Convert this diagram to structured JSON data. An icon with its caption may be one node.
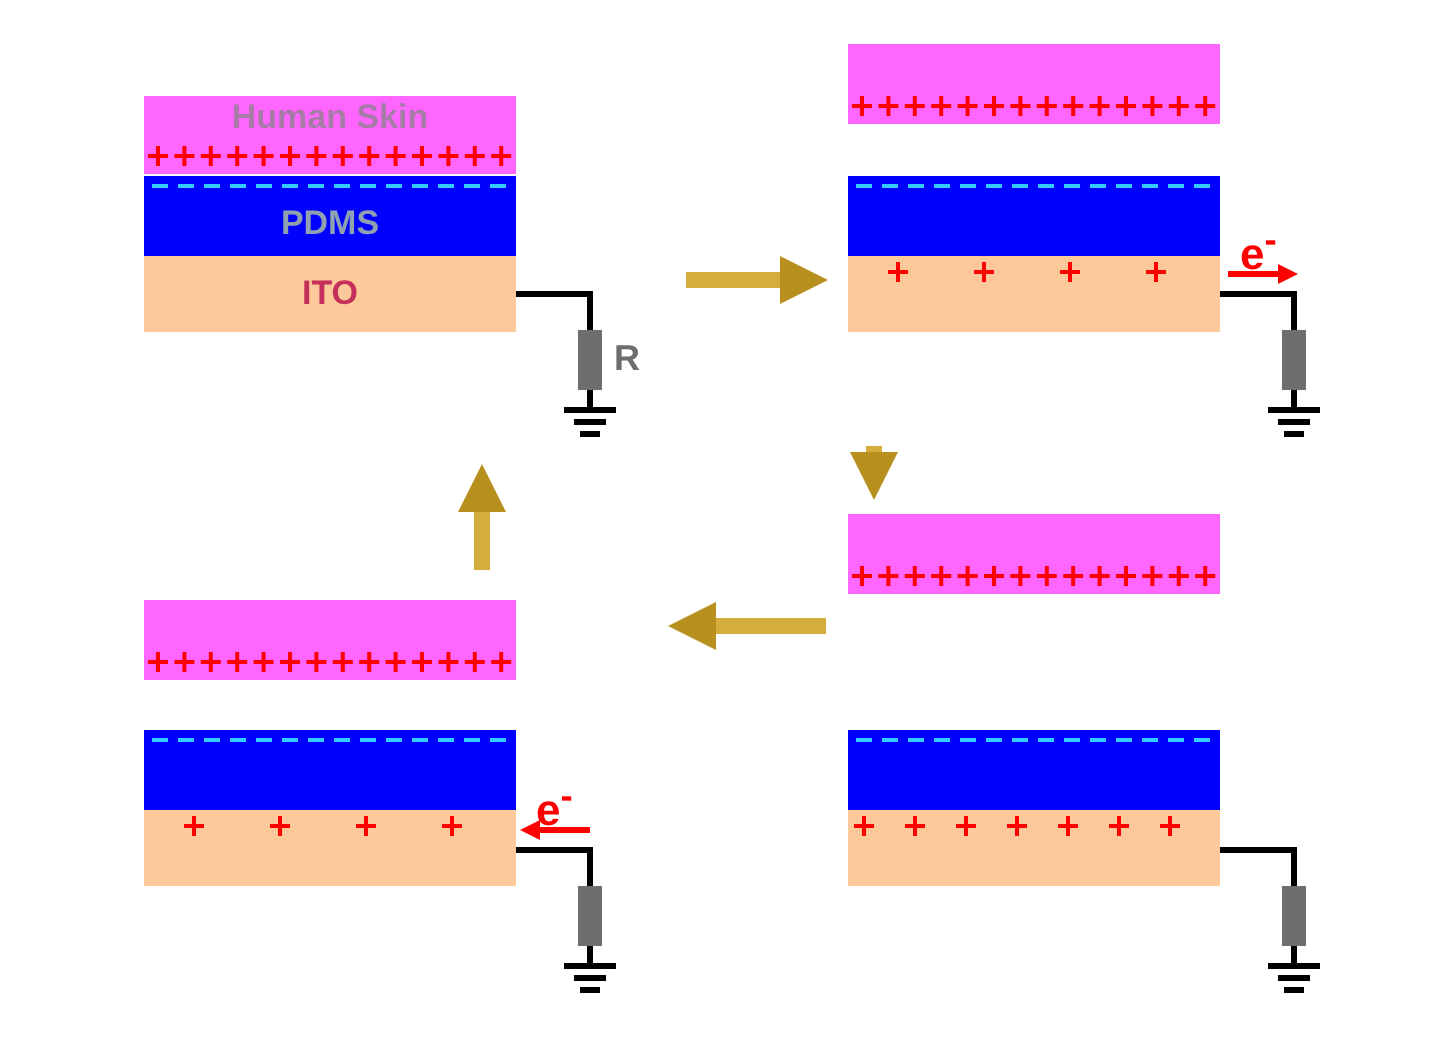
{
  "diagram": {
    "nodes": [
      {
        "text": [],
        "shape": "box"
      },
      {
        "text": [
          "Human Skin"
        ],
        "in": 0
      },
      {
        "text": [
          "PDMS"
        ],
        "in": 0
      },
      {
        "text": [
          "ITO"
        ],
        "in": 0
      },
      {
        "text": [],
        "shape": "box"
      },
      {
        "text": [],
        "shape": "box",
        "in": 4
      },
      {
        "text": [],
        "shape": "box",
        "in": 4
      },
      {
        "text": [],
        "shape": "box",
        "in": 4
      },
      {
        "text": [],
        "shape": "box"
      },
      {
        "text": [],
        "shape": "box",
        "in": 8
      },
      {
        "text": [],
        "shape": "box",
        "in": 8
      },
      {
        "text": [],
        "shape": "box",
        "in": 8
      },
      {
        "text": [],
        "shape": "box"
      },
      {
        "text": [],
        "shape": "box",
        "in": 12
      },
      {
        "text": [],
        "shape": "box",
        "in": 12
      },
      {
        "text": [],
        "shape": "box",
        "in": 12
      }
    ],
    "edges": [
      {
        "from": 0,
        "to": 4,
        "arrow": "to"
      },
      {
        "from": 4,
        "to": 12,
        "arrow": "to"
      },
      {
        "from": 12,
        "to": 8,
        "arrow": "to"
      },
      {
        "from": 8,
        "to": 0,
        "arrow": "to"
      }
    ],
    "labels": [
      "R",
      "e$^{-}$",
      "e$^{-}$"
    ]
  }
}
